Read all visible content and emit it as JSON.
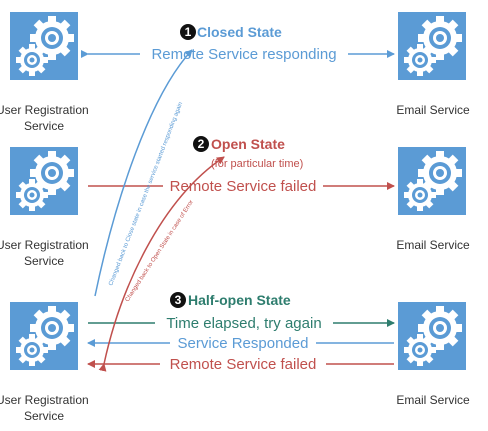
{
  "services": {
    "user_registration": "User Registration\nService",
    "email": "Email Service"
  },
  "states": {
    "closed": {
      "number": "1",
      "title": "Closed State",
      "arrow_label": "Remote Service responding"
    },
    "open": {
      "number": "2",
      "title": "Open State",
      "subtitle": "(for particular time)",
      "arrow_label": "Remote Service failed"
    },
    "half_open": {
      "number": "3",
      "title": "Half-open State",
      "try_label": "Time elapsed, try again",
      "responded_label": "Service Responded",
      "failed_label": "Remote Service failed"
    }
  },
  "transitions": {
    "to_closed": "Changed back to Close state in case the service started responding again",
    "to_open": "Changed back to Open State in case of Error"
  },
  "colors": {
    "blue": "#5b9bd5",
    "red": "#c0504d",
    "green": "#2e7d6e",
    "icon_bg": "#5b9bd5"
  }
}
